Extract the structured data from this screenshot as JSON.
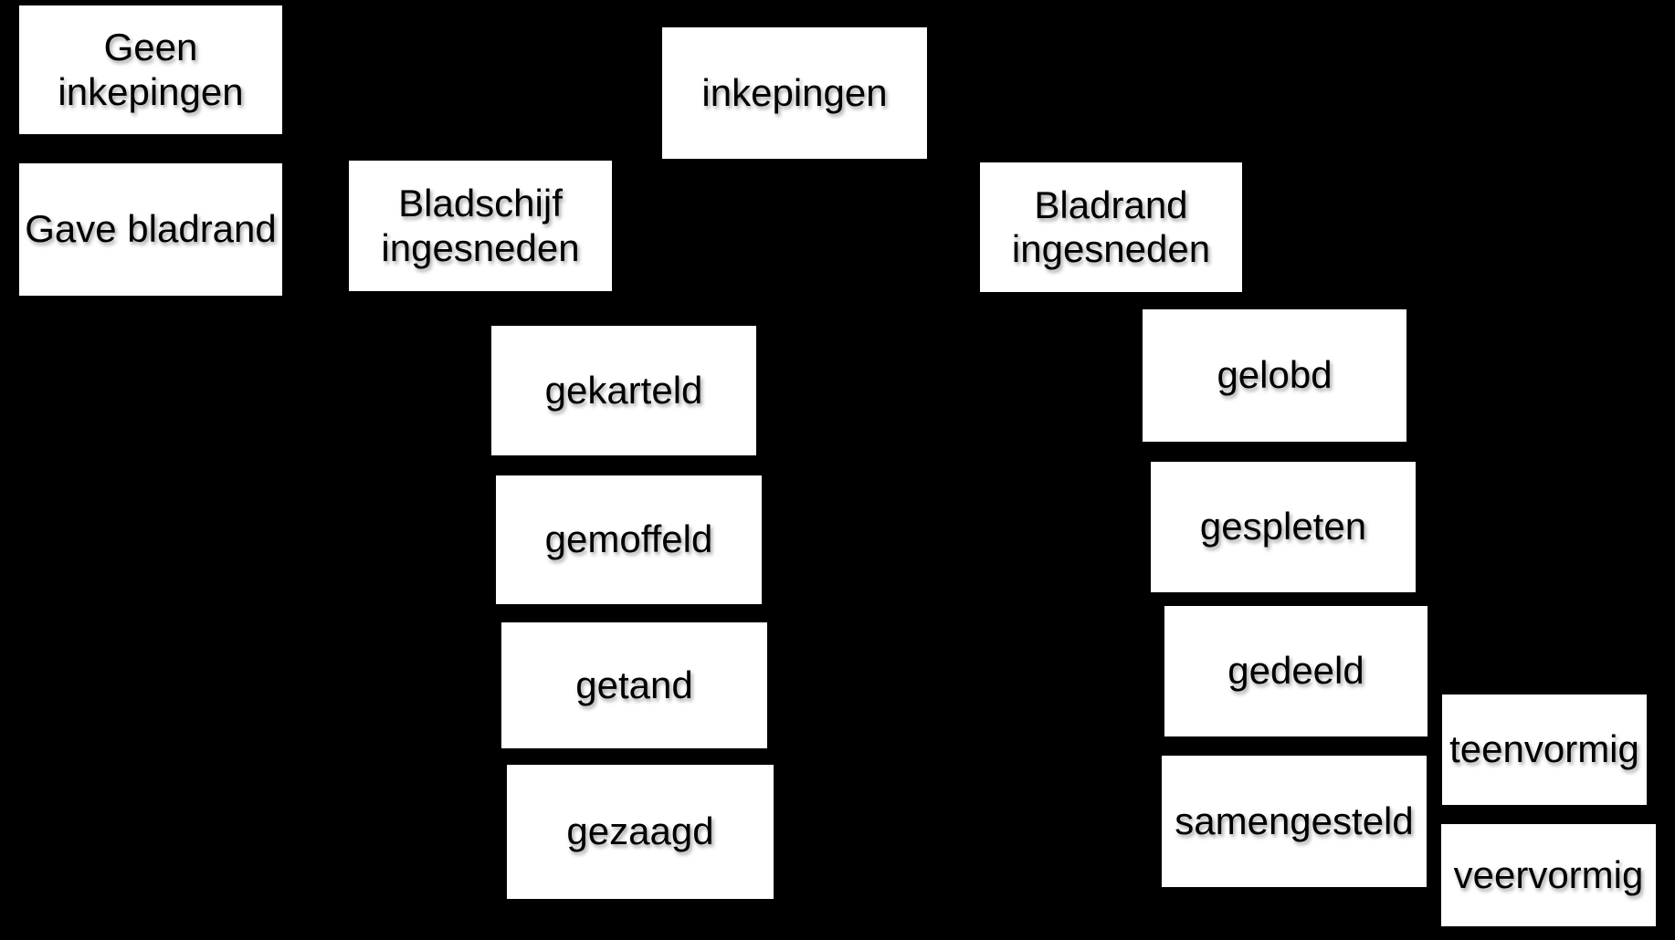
{
  "diagram": {
    "description": "Determination chart of leaf margin types (Dutch botany terms): white label boxes on a black background",
    "colors": {
      "background": "#000000",
      "node_fill": "#ffffff",
      "node_text": "#000000"
    },
    "nodes": [
      {
        "id": "geen-inkepingen",
        "label": "Geen\ninkepingen"
      },
      {
        "id": "gave-bladrand",
        "label": "Gave bladrand"
      },
      {
        "id": "inkepingen",
        "label": "inkepingen"
      },
      {
        "id": "bladschijf-ingesneden",
        "label": "Bladschijf\ningesneden"
      },
      {
        "id": "bladrand-ingesneden",
        "label": "Bladrand\ningesneden"
      },
      {
        "id": "gekarteld",
        "label": "gekarteld"
      },
      {
        "id": "gemoffeld",
        "label": "gemoffeld"
      },
      {
        "id": "getand",
        "label": "getand"
      },
      {
        "id": "gezaagd",
        "label": "gezaagd"
      },
      {
        "id": "gelobd",
        "label": "gelobd"
      },
      {
        "id": "gespleten",
        "label": "gespleten"
      },
      {
        "id": "gedeeld",
        "label": "gedeeld"
      },
      {
        "id": "samengesteld",
        "label": "samengesteld"
      },
      {
        "id": "teenvormig",
        "label": "teenvormig"
      },
      {
        "id": "veervormig",
        "label": "veervormig"
      }
    ]
  }
}
